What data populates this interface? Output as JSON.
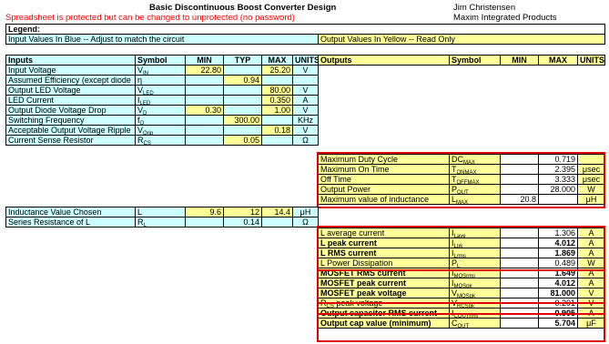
{
  "header": {
    "title": "Basic Discontinuous Boost Converter Design",
    "protect_note": "Spreadsheet is protected but can be changed to unprotected (no password)",
    "author": "Jim Christensen",
    "company": "Maxim Integrated Products"
  },
  "legend": {
    "label": "Legend:",
    "input_text": "Input Values In Blue -- Adjust to match the circuit",
    "output_text": "Output Values In Yellow -- Read Only"
  },
  "inputs_table": {
    "headers": [
      "Inputs",
      "Symbol",
      "MIN",
      "TYP",
      "MAX",
      "UNITS"
    ],
    "rows": [
      {
        "name": "Input Voltage",
        "sym": "V",
        "sub": "IN",
        "min": "22.80",
        "typ": "",
        "max": "25.20",
        "unit": "V"
      },
      {
        "name": "Assumed Efficiency (except diode",
        "sym": "η",
        "sub": "",
        "min": "",
        "typ": "0.94",
        "max": "",
        "unit": ""
      },
      {
        "name": "Output LED Voltage",
        "sym": "V",
        "sub": "LED",
        "min": "",
        "typ": "",
        "max": "80.00",
        "unit": "V"
      },
      {
        "name": "LED Current",
        "sym": "I",
        "sub": "LED",
        "min": "",
        "typ": "",
        "max": "0.350",
        "unit": "A"
      },
      {
        "name": "Output Diode Voltage Drop",
        "sym": "V",
        "sub": "D",
        "min": "0.30",
        "typ": "",
        "max": "1.00",
        "unit": "V"
      },
      {
        "name": "Switching Frequency",
        "sym": "f",
        "sub": "O",
        "min": "",
        "typ": "300.00",
        "max": "",
        "unit": "KHz"
      },
      {
        "name": "Acceptable Output Voltage Ripple",
        "sym": "V",
        "sub": "Orip",
        "min": "",
        "typ": "",
        "max": "0.18",
        "unit": "V"
      },
      {
        "name": "Current Sense Resistor",
        "sym": "R",
        "sub": "CS",
        "min": "",
        "typ": "0.05",
        "max": "",
        "unit": "Ω"
      }
    ]
  },
  "outputs_header": [
    "Outputs",
    "Symbol",
    "MIN",
    "MAX",
    "UNITS"
  ],
  "duty_table": [
    {
      "name": "Maximum Duty Cycle",
      "sym": "DC",
      "sub": "MAX",
      "min": "",
      "max": "0.719",
      "unit": ""
    },
    {
      "name": "Maximum On Time",
      "sym": "T",
      "sub": "ONMAX",
      "min": "",
      "max": "2.395",
      "unit": "μsec"
    },
    {
      "name": "Off Time",
      "sym": "T",
      "sub": "OFFMAX",
      "min": "",
      "max": "3.333",
      "unit": "μsec"
    },
    {
      "name": "Output Power",
      "sym": "P",
      "sub": "OUT",
      "min": "",
      "max": "28.000",
      "unit": "W"
    },
    {
      "name": "Maximum value of inductance",
      "sym": "L",
      "sub": "MAX",
      "min": "20.8",
      "max": "",
      "unit": "μH"
    }
  ],
  "inductor_table": [
    {
      "name": "Inductance Value Chosen",
      "sym": "L",
      "sub": "",
      "min": "9.6",
      "typ": "12",
      "max": "14.4",
      "unit": "μH"
    },
    {
      "name": "Series Resistance of L",
      "sym": "R",
      "sub": "L",
      "min": "",
      "typ": "0.14",
      "max": "",
      "unit": "Ω"
    }
  ],
  "current_table": [
    {
      "name": "L average current",
      "sym": "I",
      "sub": "Lave",
      "min": "",
      "max": "1.306",
      "unit": "A",
      "bold": false
    },
    {
      "name": "L peak current",
      "sym": "I",
      "sub": "Lpk",
      "min": "",
      "max": "4.012",
      "unit": "A",
      "bold": true
    },
    {
      "name": "L RMS current",
      "sym": "I",
      "sub": "Lrms",
      "min": "",
      "max": "1.869",
      "unit": "A",
      "bold": true
    },
    {
      "name": "L Power Dissipation",
      "sym": "P",
      "sub": "L",
      "min": "",
      "max": "0.489",
      "unit": "W",
      "bold": false
    },
    {
      "name": "MOSFET RMS current",
      "sym": "I",
      "sub": "MOSrms",
      "min": "",
      "max": "1.649",
      "unit": "A",
      "bold": true
    },
    {
      "name": "MOSFET peak current",
      "sym": "I",
      "sub": "MOSpk",
      "min": "",
      "max": "4.012",
      "unit": "A",
      "bold": true
    },
    {
      "name": "MOSFET peak voltage",
      "sym": "V",
      "sub": "MOSpk",
      "min": "",
      "max": "81.000",
      "unit": "V",
      "bold": true
    },
    {
      "name": "R",
      "name_sub": "CS",
      "name_tail": " peak voltage",
      "sym": "V",
      "sub": "RCSpk",
      "min": "",
      "max": "0.201",
      "unit": "V",
      "bold": false
    },
    {
      "name": "Output capacitor RMS current",
      "sym": "I",
      "sub": "COUTrms",
      "min": "",
      "max": "0.905",
      "unit": "A",
      "bold": true
    },
    {
      "name": "Output cap value (minimum)",
      "sym": "C",
      "sub": "OUT",
      "min": "",
      "max": "5.704",
      "unit": "μF",
      "bold": true
    }
  ]
}
